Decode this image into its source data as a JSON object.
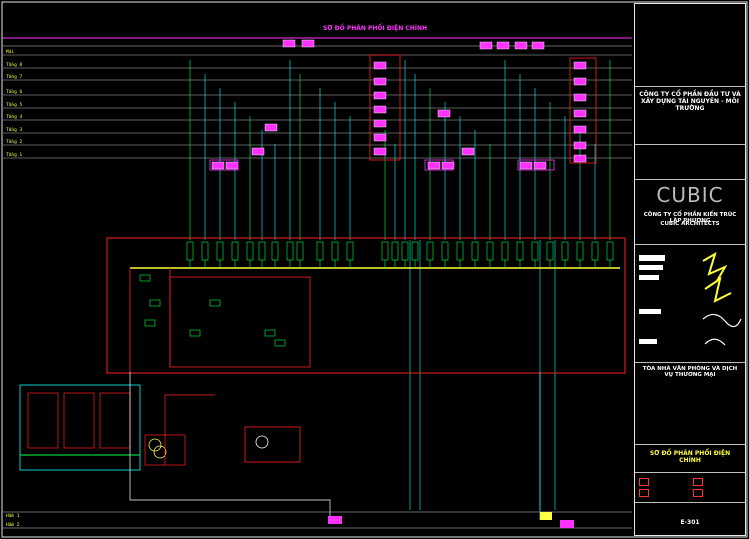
{
  "top_header": "SƠ ĐỒ PHÂN PHỐI ĐIỆN CHÍNH",
  "levels": [
    "Mái",
    "Tầng 8",
    "Tầng 7",
    "Tầng 6",
    "Tầng 5",
    "Tầng 4",
    "Tầng 3",
    "Tầng 2",
    "Tầng 1"
  ],
  "basement_levels": [
    "Hầm 1",
    "Hầm 2"
  ],
  "title_block": {
    "project_owner": "CÔNG TY CỔ PHẦN ĐẦU TƯ VÀ XÂY DỰNG TÀI NGUYÊN - MÔI TRƯỜNG",
    "logo_text": "CUBIC",
    "firm_name": "CÔNG TY CỔ PHẦN KIẾN TRÚC LẬP PHƯƠNG",
    "firm_sub": "CUBIC ARCHITECTS",
    "project_name": "TÒA NHÀ VĂN PHÒNG VÀ DỊCH VỤ THƯƠNG MẠI",
    "drawing_title": "SƠ ĐỒ PHÂN PHỐI ĐIỆN CHÍNH",
    "drawing_no": "E-301"
  },
  "colors": {
    "bus": "#ff2020",
    "feeder": "#00ffff",
    "breaker": "#00ff44",
    "panel": "#ff33ff",
    "text": "#ffff44",
    "frame": "#e6e6e6"
  }
}
